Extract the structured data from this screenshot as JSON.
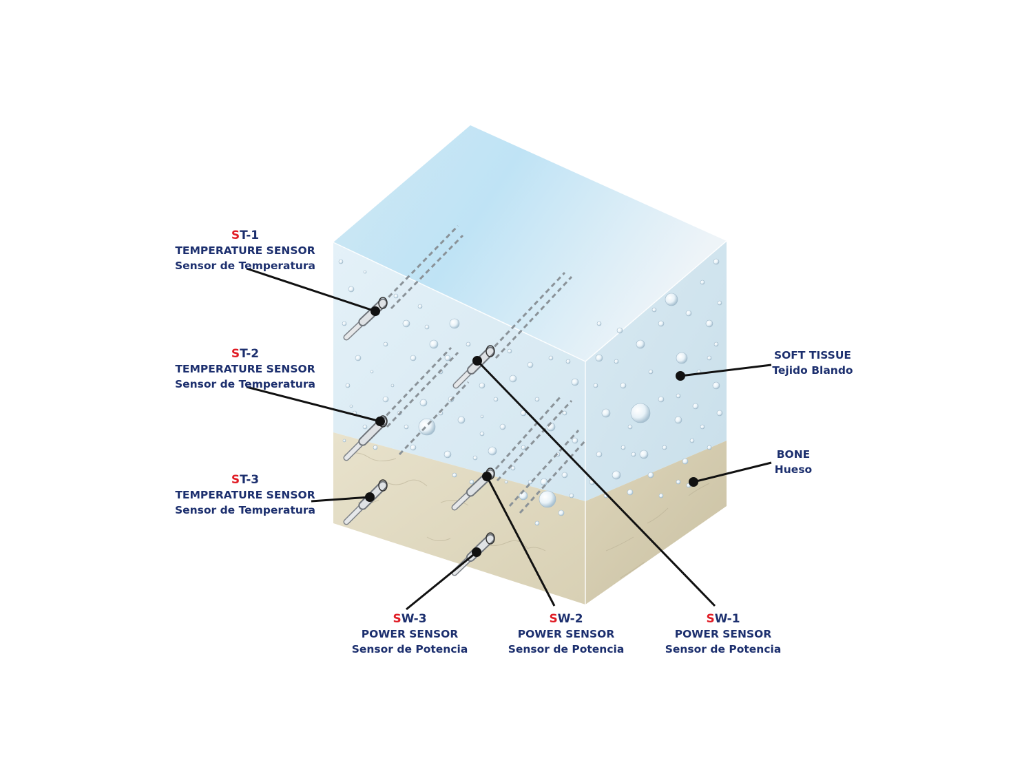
{
  "labels": {
    "st1": {
      "prefix": "S",
      "code": "T-1",
      "name_en": "TEMPERATURE SENSOR",
      "name_es": "Sensor de Temperatura"
    },
    "st2": {
      "prefix": "S",
      "code": "T-2",
      "name_en": "TEMPERATURE SENSOR",
      "name_es": "Sensor de Temperatura"
    },
    "st3": {
      "prefix": "S",
      "code": "T-3",
      "name_en": "TEMPERATURE SENSOR",
      "name_es": "Sensor de Temperatura"
    },
    "sw1": {
      "prefix": "S",
      "code": "W-1",
      "name_en": "POWER SENSOR",
      "name_es": "Sensor de Potencia"
    },
    "sw2": {
      "prefix": "S",
      "code": "W-2",
      "name_en": "POWER SENSOR",
      "name_es": "Sensor de Potencia"
    },
    "sw3": {
      "prefix": "S",
      "code": "W-3",
      "name_en": "POWER SENSOR",
      "name_es": "Sensor de Potencia"
    },
    "soft_tissue": {
      "name_en": "SOFT TISSUE",
      "name_es": "Tejido Blando"
    },
    "bone": {
      "name_en": "BONE",
      "name_es": "Hueso"
    }
  },
  "colors": {
    "label_text": "#1c2f6e",
    "code_prefix": "#e01b24",
    "leader_line": "#111111",
    "top_face": "#bfe3f4",
    "tissue_front": "#dcedf6",
    "tissue_side": "#d2e5ef",
    "bone": "#ddd6bd"
  }
}
